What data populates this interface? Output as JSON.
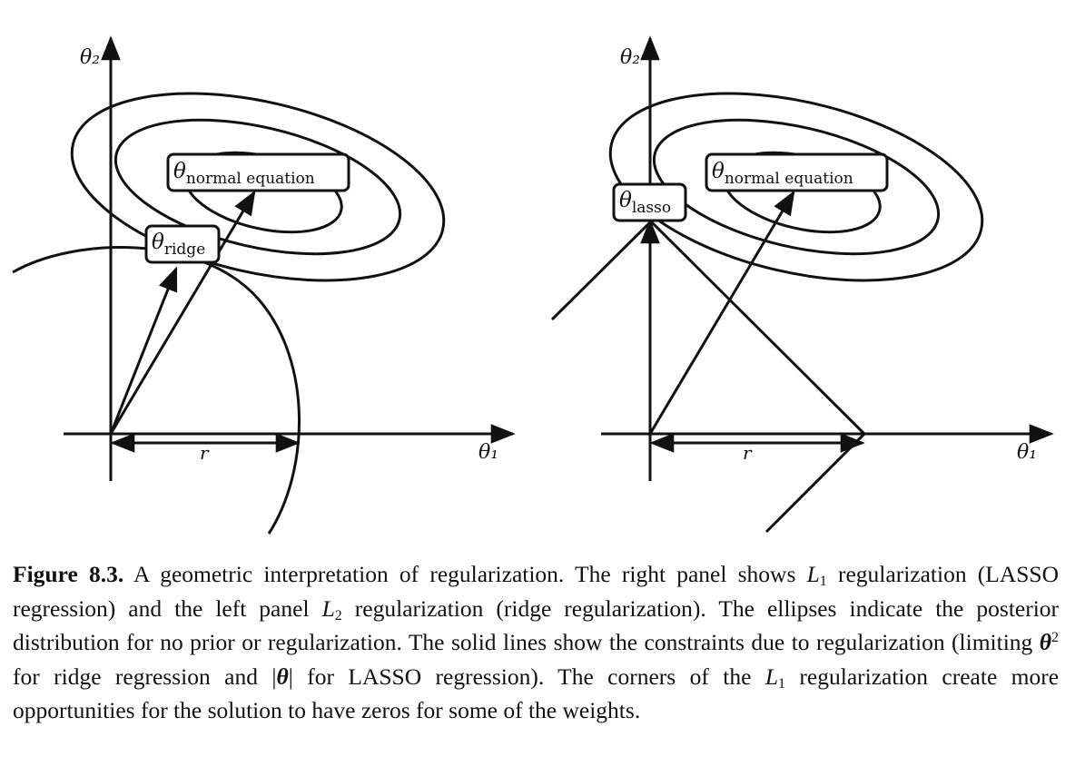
{
  "left_panel": {
    "axis_y_label": "θ₂",
    "axis_x_label": "θ₁",
    "r_label": "r",
    "box_normal": {
      "sym": "θ",
      "sub": "normal equation"
    },
    "box_reg": {
      "sym": "θ",
      "sub": "ridge"
    }
  },
  "right_panel": {
    "axis_y_label": "θ₂",
    "axis_x_label": "θ₁",
    "r_label": "r",
    "box_normal": {
      "sym": "θ",
      "sub": "normal equation"
    },
    "box_reg": {
      "sym": "θ",
      "sub": "lasso"
    }
  },
  "caption": {
    "label": "Figure 8.3.",
    "s1": "A geometric interpretation of regularization. The right panel shows",
    "L": "L",
    "one": "1",
    "two": "2",
    "s2": "regularization (LASSO regression) and the left panel",
    "s3": "regularization (ridge regularization). The ellipses indicate the posterior distribution for no prior or regularization. The solid lines show the constraints due to regularization (limiting",
    "theta": "θ",
    "sq": "2",
    "s4": "for ridge regression and",
    "abs_open": "|",
    "abs_close": "|",
    "s5": "for LASSO regression). The corners of the",
    "s6": "regularization create more opportunities for the solution to have zeros for some of the weights."
  }
}
